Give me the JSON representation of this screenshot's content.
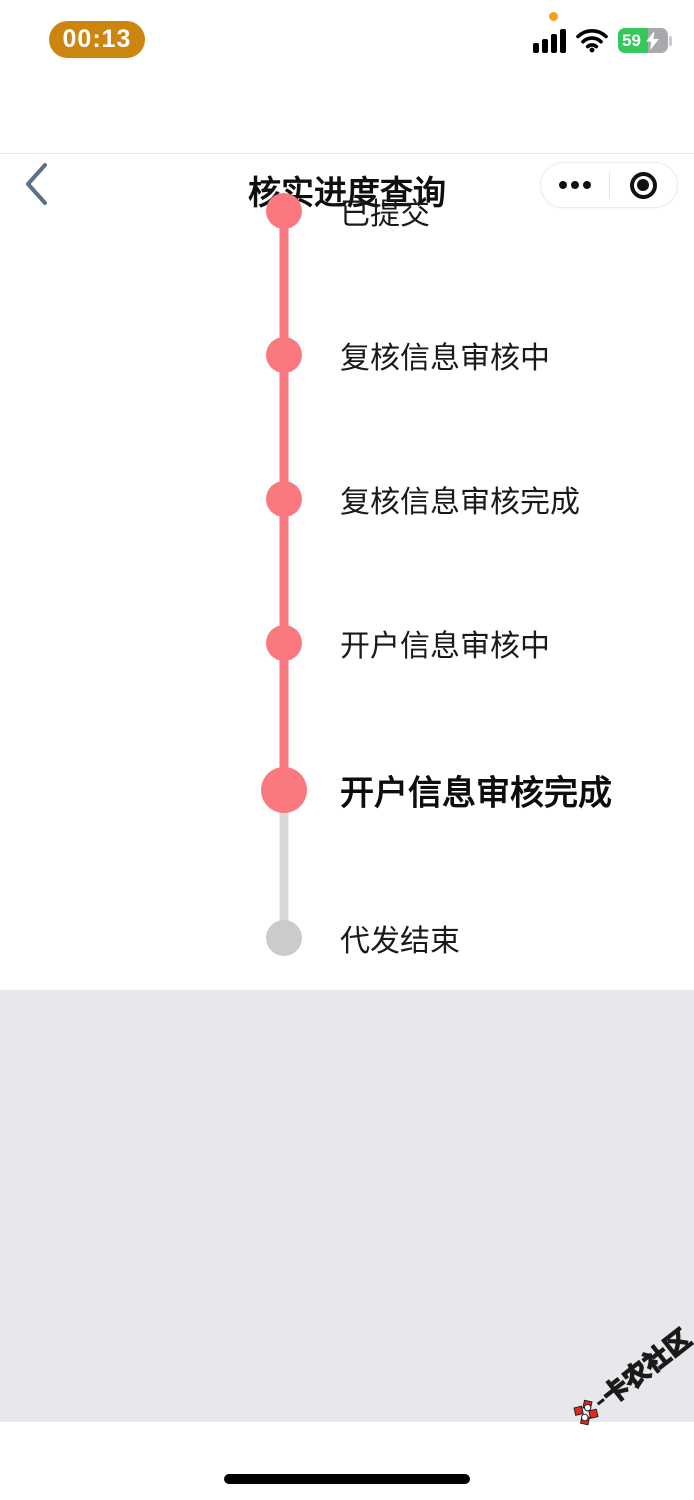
{
  "status_bar": {
    "timer": "00:13",
    "battery_percent": "59",
    "colors": {
      "timer_bg": "#CC860F",
      "recording_dot": "#F3A01F",
      "battery_green": "#35C75A",
      "battery_gray": "#A9A9AD"
    }
  },
  "nav": {
    "title": "核实进度查询"
  },
  "timeline": {
    "steps": [
      {
        "label": "已提交",
        "state": "done"
      },
      {
        "label": "复核信息审核中",
        "state": "done"
      },
      {
        "label": "复核信息审核完成",
        "state": "done"
      },
      {
        "label": "开户信息审核中",
        "state": "done"
      },
      {
        "label": "开户信息审核完成",
        "state": "current"
      },
      {
        "label": "代发结束",
        "state": "pending"
      }
    ],
    "colors": {
      "done": "#F9797F",
      "pending_dot": "#CBCBCB",
      "pending_line": "#D8D8D8"
    }
  },
  "panel": {
    "background": "#E8E7EC"
  },
  "watermark": {
    "text": "卡农社区",
    "logo_color": "#E02A1F"
  }
}
